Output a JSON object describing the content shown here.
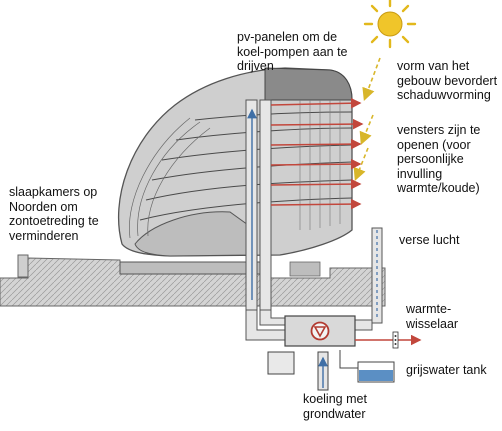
{
  "labels": {
    "pv_panels": "pv-panelen om de\nkoel-pompen aan te\ndrijven",
    "shape": "vorm van het\ngebouw bevordert\nschaduwvorming",
    "windows": "vensters zijn te\nopenen (voor\npersoonlijke\ninvulling\nwarmte/koude)",
    "bedrooms": "slaapkamers op\nNoorden om\nzontoetreding te\nverminderen",
    "fresh_air": "verse lucht",
    "heat_exchanger": "warmte-\nwisselaar",
    "greywater": "grijswater tank",
    "cooling": "koeling met\ngrondwater"
  },
  "colors": {
    "sun": "#e2b81b",
    "sun_ray_arrow": "#d8b62a",
    "building_fill": "#c9c9c9",
    "facade_dark": "#777777",
    "pipe_fill": "#e6e6e6",
    "pipe_stroke": "#555555",
    "arrow_red": "#c2473c",
    "arrow_blue": "#3f6fa6",
    "greywater_blue": "#5b8fc4"
  }
}
